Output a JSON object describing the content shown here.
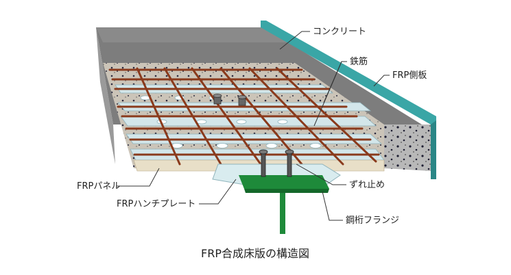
{
  "diagram": {
    "caption": "FRP合成床版の構造図",
    "labels": {
      "concrete": "コンクリート",
      "rebar": "鉄筋",
      "side_plate": "FRP側板",
      "panel": "FRPパネル",
      "haunch_plate": "FRPハンチプレート",
      "stud": "ずれ止め",
      "flange": "鋼桁フランジ"
    }
  },
  "colors": {
    "concrete_top": "#7d7d7d",
    "concrete_side": "#a8a8a8",
    "side_plate": "#3aa6a6",
    "rebar": "#8a3a1c",
    "panel": "#d3e6ea",
    "flange": "#1e8a3a",
    "leader": "#333333"
  }
}
